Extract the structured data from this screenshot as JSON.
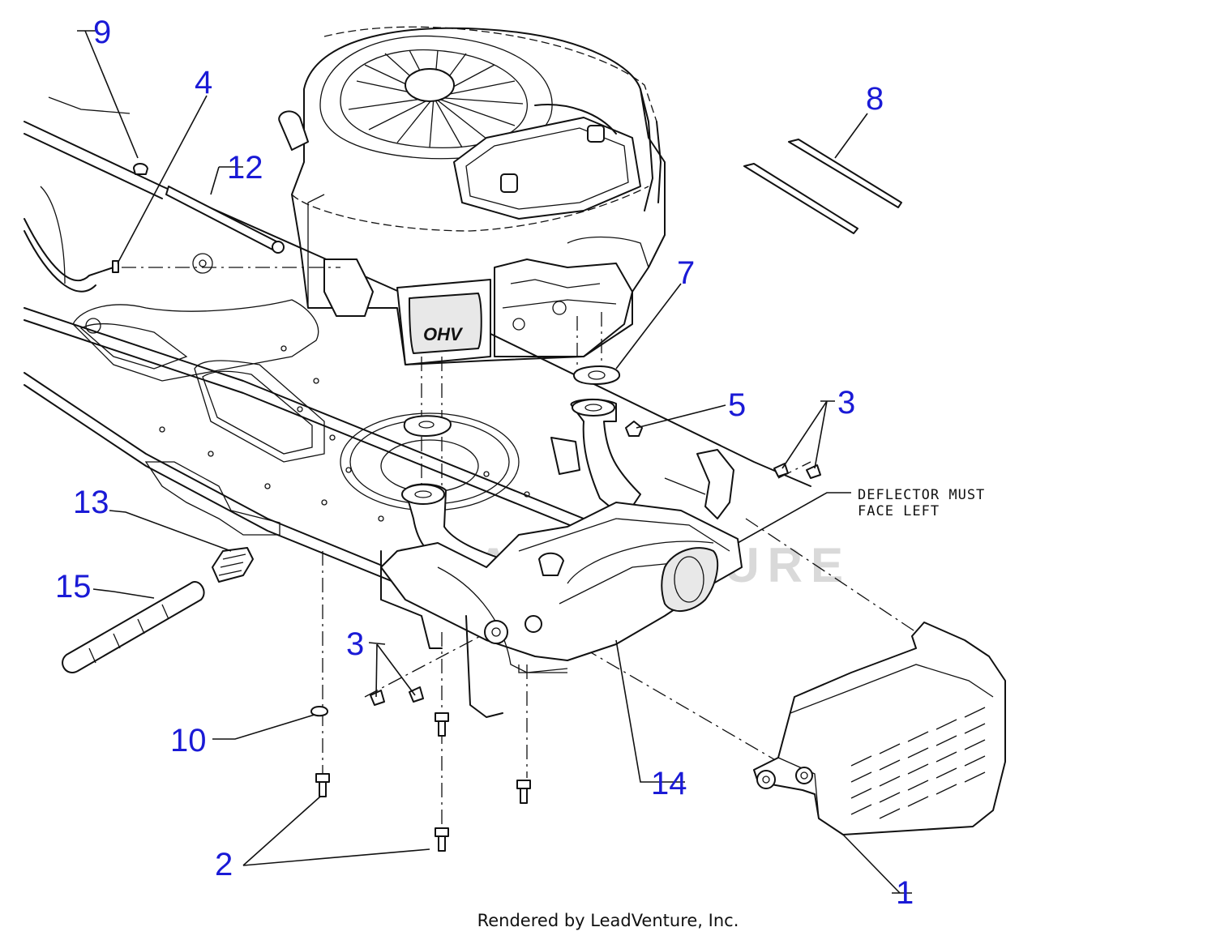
{
  "callouts": [
    {
      "id": "1",
      "label": "1"
    },
    {
      "id": "2",
      "label": "2"
    },
    {
      "id": "3a",
      "label": "3"
    },
    {
      "id": "3b",
      "label": "3"
    },
    {
      "id": "4",
      "label": "4"
    },
    {
      "id": "5",
      "label": "5"
    },
    {
      "id": "7",
      "label": "7"
    },
    {
      "id": "8",
      "label": "8"
    },
    {
      "id": "9",
      "label": "9"
    },
    {
      "id": "10",
      "label": "10"
    },
    {
      "id": "12",
      "label": "12"
    },
    {
      "id": "13",
      "label": "13"
    },
    {
      "id": "14",
      "label": "14"
    },
    {
      "id": "15",
      "label": "15"
    }
  ],
  "note": {
    "line1": "DEFLECTOR MUST",
    "line2": "FACE LEFT"
  },
  "engine_badge": "OHV",
  "watermark": "LEADVENTURE",
  "footer": "Rendered by LeadVenture, Inc.",
  "colors": {
    "callout": "#1a1ad6",
    "line": "#111111",
    "watermark": "#d9d9d9"
  }
}
